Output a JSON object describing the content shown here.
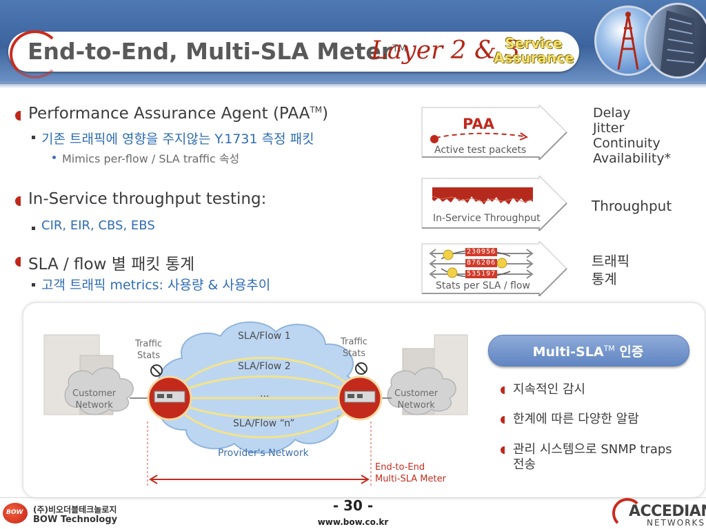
{
  "header": {
    "title": "End-to-End, Multi-SLA Meter",
    "title_tm": "TM",
    "layer_label": "Layer 2 & 3",
    "service_assurance": [
      "Service",
      "Assurance"
    ]
  },
  "bullets": [
    {
      "text": "Performance Assurance Agent (PAA",
      "tm": "TM",
      "suffix": ")",
      "sub": "기존 트래픽에 영향을 주지않는 Y.1731 측정 패킷",
      "subsub": "Mimics per-flow / SLA traffic 속성"
    },
    {
      "text": "In-Service throughput testing:",
      "sub": "CIR, EIR, CBS, EBS"
    },
    {
      "text": "SLA / flow 별 패킷 통계",
      "sub": "고객 트래픽 metrics: 사용량 & 사용추이"
    }
  ],
  "arrows": {
    "paa": {
      "title": "PAA",
      "caption": "Active test packets",
      "results": [
        "Delay",
        "Jitter",
        "Continuity",
        "Availability*"
      ]
    },
    "throughput": {
      "caption": "In-Service Throughput",
      "result": "Throughput"
    },
    "stats": {
      "caption": "Stats per SLA / flow",
      "counters": [
        "230956",
        "876206",
        "535197"
      ],
      "result": [
        "트래픽",
        "통계"
      ]
    }
  },
  "diagram": {
    "flows": [
      "SLA/Flow 1",
      "SLA/Flow 2",
      "...",
      "SLA/Flow “n”"
    ],
    "provider_network": "Provider's Network",
    "customer_network": [
      "Customer",
      "Network"
    ],
    "traffic_stats": [
      "Traffic",
      "Stats"
    ],
    "meter_label": [
      "End-to-End",
      "Multi-SLA Meter"
    ]
  },
  "multi_sla": {
    "title": "Multi-SLA",
    "tm": "TM",
    "title_suffix": " 인증",
    "items": [
      "지속적인 감시",
      "한계에 따른 다양한 알람",
      "관리 시스템으로 SNMP traps 전송"
    ]
  },
  "footer": {
    "page_number": "- 30 -",
    "url": "www.bow.co.kr",
    "bow_logo": "BOW",
    "company_kr": "(주)비오더블테크놀로지",
    "company_en": "BOW Technology",
    "partner_name": "ACCEDIAN",
    "partner_sub": "NETWORKS"
  },
  "colors": {
    "header_blue": "#4a72ad",
    "accent_red": "#c0281c",
    "sub_blue": "#2e6cb3"
  }
}
